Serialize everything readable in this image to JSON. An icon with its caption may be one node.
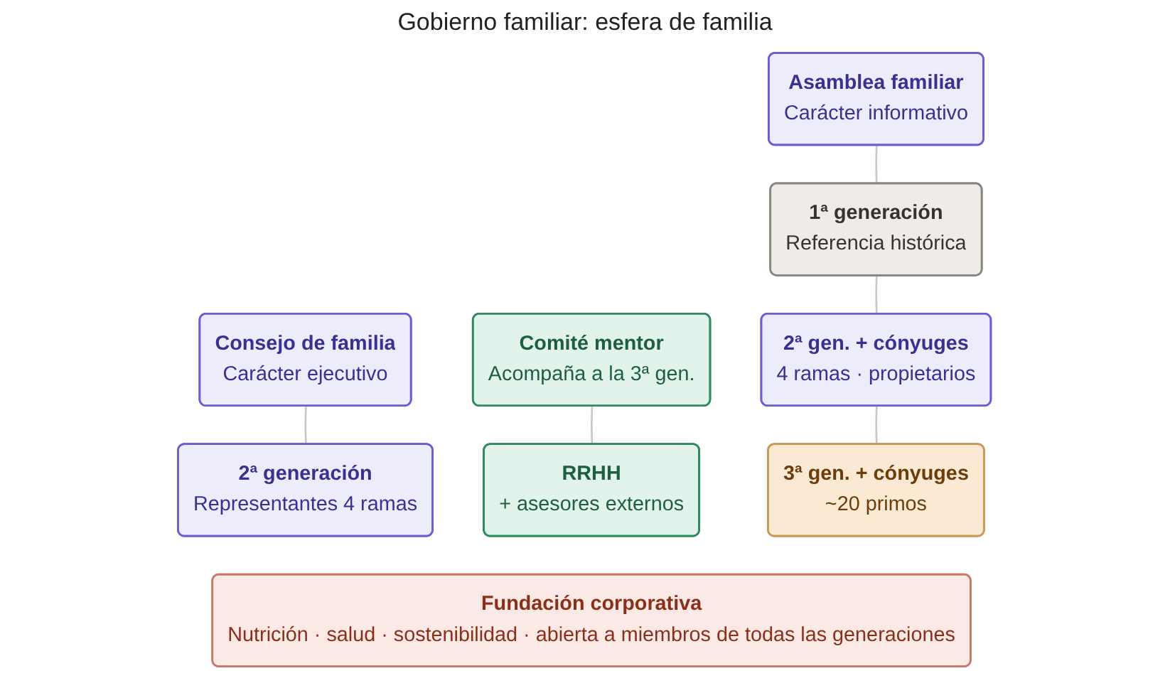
{
  "diagram": {
    "title": "Gobierno familiar: esfera de familia",
    "nodes": [
      {
        "text": [
          "Asamblea familiar",
          "Carácter informativo"
        ]
      },
      {
        "text": [
          "Consejo de familia",
          "Carácter ejecutivo"
        ]
      },
      {
        "text": [
          "Comité mentor",
          "Acompaña a la 3ª gen."
        ]
      },
      {
        "text": [
          "1ª generación",
          "Referencia histórica"
        ]
      },
      {
        "text": [
          "2ª generación",
          "Representantes 4 ramas"
        ]
      },
      {
        "text": [
          "RRHH",
          "+ asesores externos"
        ]
      },
      {
        "text": [
          "2ª gen. + cónyuges",
          "4 ramas · propietarios"
        ]
      },
      {
        "text": [
          "3ª gen. + cónyuges",
          "~20 primos"
        ]
      },
      {
        "text": [
          "Fundación corporativa",
          "Nutrición · salud · sostenibilidad · abierta a miembros de todas las generaciones"
        ]
      }
    ],
    "edges": [
      {
        "from": 0,
        "to": 3,
        "arrow": "none"
      },
      {
        "from": 3,
        "to": 6,
        "arrow": "none"
      },
      {
        "from": 6,
        "to": 7,
        "arrow": "none"
      },
      {
        "from": 1,
        "to": 4,
        "arrow": "none"
      },
      {
        "from": 2,
        "to": 5,
        "arrow": "none"
      }
    ]
  }
}
